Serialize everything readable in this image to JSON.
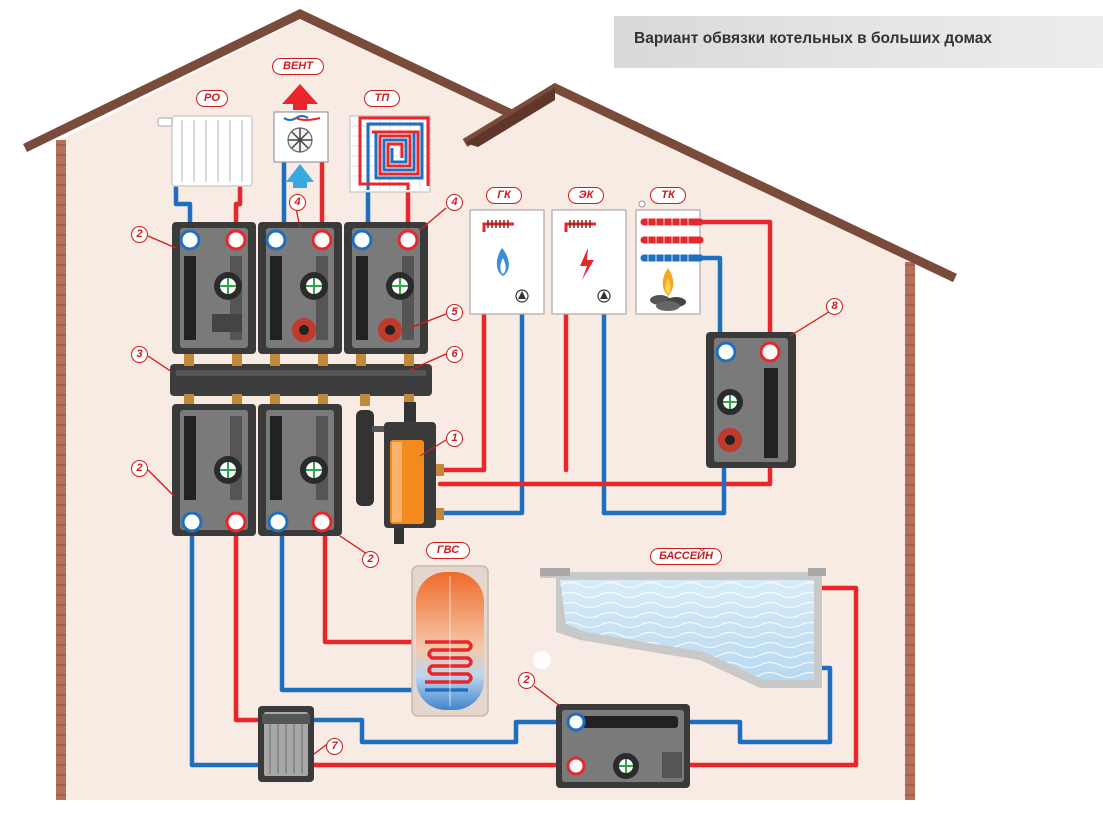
{
  "title": "Вариант обвязки котельных в больших домах",
  "labels": {
    "ro": "РО",
    "vent": "ВЕНТ",
    "tp": "ТП",
    "gk": "ГК",
    "ek": "ЭК",
    "tk": "ТК",
    "gvs": "ГВС",
    "pool": "БАССЕЙН"
  },
  "numbers": {
    "n1": "1",
    "n2a": "2",
    "n2b": "2",
    "n2c": "2",
    "n2d": "2",
    "n3": "3",
    "n4a": "4",
    "n4b": "4",
    "n5": "5",
    "n6": "6",
    "n7": "7",
    "n8": "8"
  },
  "colors": {
    "supply": "#e8262b",
    "return": "#1e6fbf",
    "roof": "#7a4a3a",
    "wall_fill": "#f7ebe4",
    "label": "#d01c1c"
  }
}
